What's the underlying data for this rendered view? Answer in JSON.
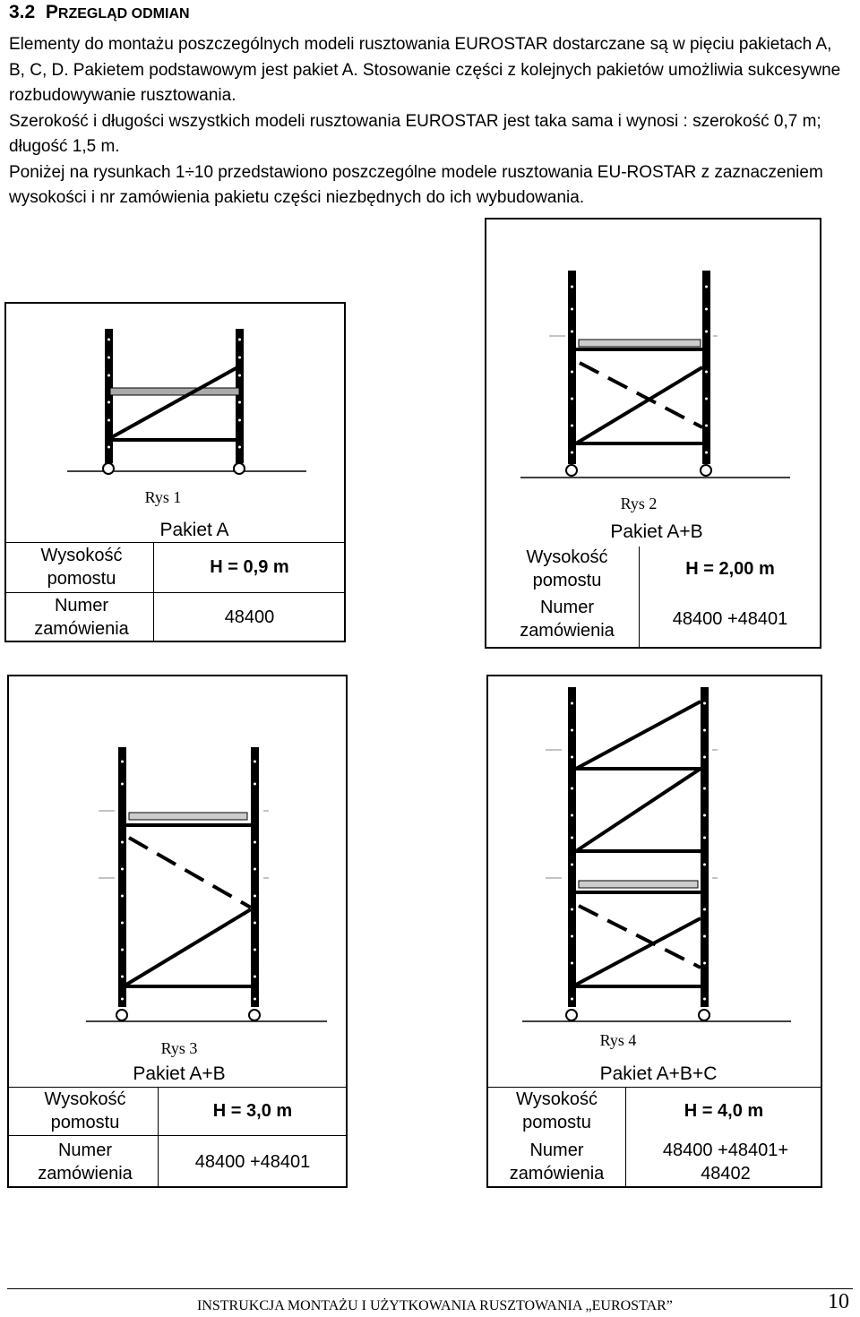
{
  "section": {
    "number": "3.2",
    "title_first": "P",
    "title_rest": "RZEGLĄD ODMIAN"
  },
  "intro": {
    "p1": "Elementy do montażu poszczególnych modeli rusztowania EUROSTAR dostarczane są w pięciu pakietach A, B, C, D. Pakietem podstawowym jest pakiet A. Stosowanie części z kolejnych pakietów umożliwia sukcesywne rozbudowywanie rusztowania.",
    "p2": "Szerokość i długości wszystkich modeli rusztowania EUROSTAR jest taka sama i wynosi : szerokość 0,7 m; długość 1,5 m.",
    "p3": "Poniżej na rysunkach 1÷10 przedstawiono poszczególne modele rusztowania EU-ROSTAR z zaznaczeniem wysokości i nr zamówienia pakietu części niezbędnych do ich wybudowania."
  },
  "figures": [
    {
      "rys": "Rys  1",
      "pakiet": "Pakiet  A",
      "height_label": "Wysokość pomostu",
      "height_value": "H = 0,9 m",
      "order_label": "Numer zamówienia",
      "order_value": "48400"
    },
    {
      "rys": "Rys  2",
      "pakiet": "Pakiet  A+B",
      "height_label": "Wysokość pomostu",
      "height_value": "H = 2,00 m",
      "order_label": "Numer zamówienia",
      "order_value": "48400 +48401"
    },
    {
      "rys": "Rys 3",
      "pakiet": "Pakiet  A+B",
      "height_label": "Wysokość pomostu",
      "height_value": "H = 3,0 m",
      "order_label": "Numer zamówienia",
      "order_value": "48400 +48401"
    },
    {
      "rys": "Rys 4",
      "pakiet": "Pakiet  A+B+C",
      "height_label": "Wysokość pomostu",
      "height_value": "H = 4,0 m",
      "order_label": "Numer zamówienia",
      "order_value": "48400 +48401+ 48402"
    }
  ],
  "footer": {
    "text": "INSTRUKCJA MONTAŻU I UŻYTKOWANIA RUSZTOWANIA „EUROSTAR”",
    "page": "10"
  }
}
